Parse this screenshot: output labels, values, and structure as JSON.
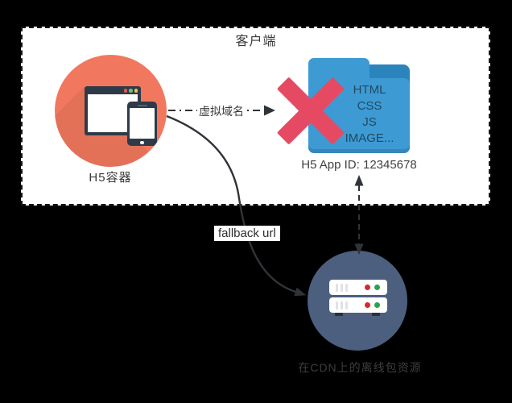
{
  "client_box": {
    "label": "客户端"
  },
  "h5_container": {
    "label": "H5容器"
  },
  "virtual_domain_arrow": {
    "label": "虚拟域名"
  },
  "offline_package": {
    "files": [
      "HTML",
      "CSS",
      "JS",
      "IMAGE..."
    ],
    "app_id": "H5 App ID: 12345678"
  },
  "fallback": {
    "label": "fallback url"
  },
  "cdn": {
    "label": "在CDN上的离线包资源"
  },
  "colors": {
    "background": "#000000",
    "client_box_bg": "#ffffff",
    "h5_circle": "#f1785e",
    "device_navy": "#2e3a47",
    "folder_front": "#3e9ad3",
    "folder_back": "#2b85bc",
    "folder_text": "#1f4a63",
    "x_mark": "#e64a63",
    "cdn_circle": "#4c5f7e",
    "led_red": "#d7282f",
    "led_green": "#2aa14c",
    "connector": "#303438"
  }
}
